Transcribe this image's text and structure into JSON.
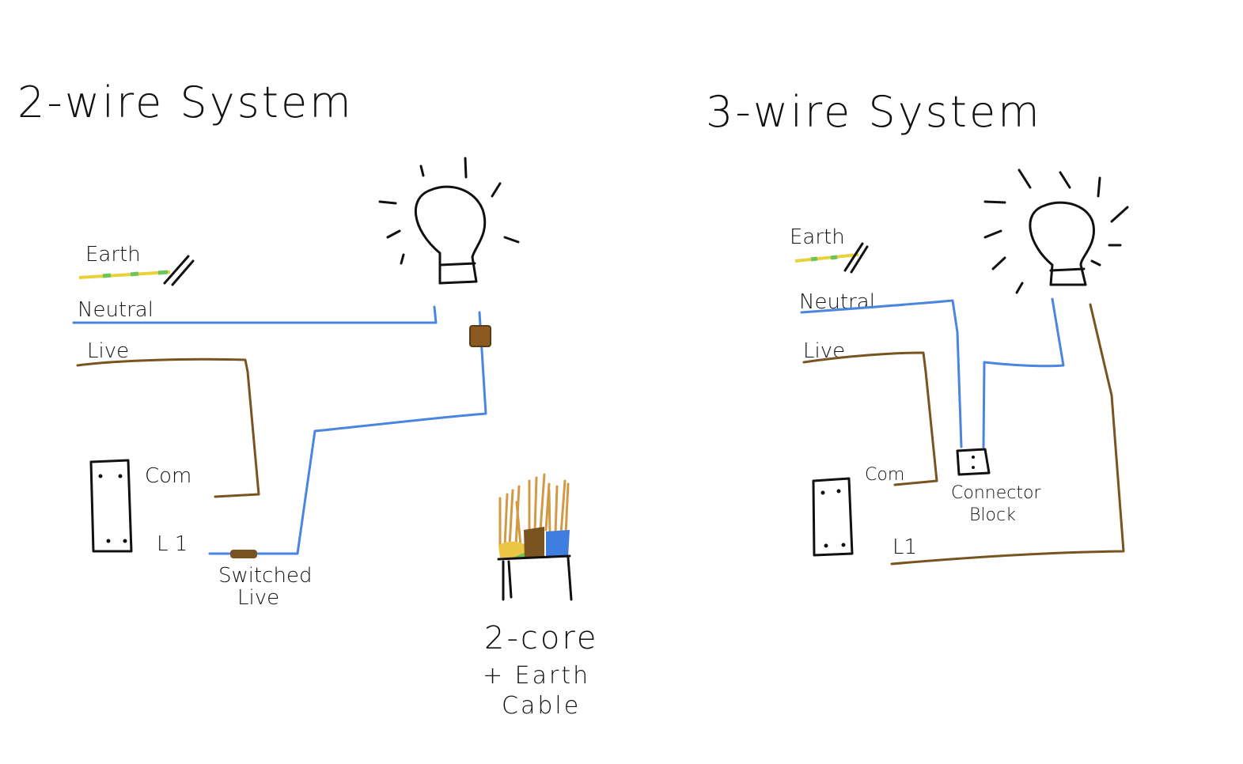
{
  "colors": {
    "neutral": "#4a86e0",
    "live": "#7a5420",
    "earth_yellow": "#e8d23a",
    "earth_green": "#6cc45a",
    "core_strands": "#d39a45",
    "ink": "#111111"
  },
  "left": {
    "title": "2-wire System",
    "earth": "Earth",
    "neutral": "Neutral",
    "live": "Live",
    "com": "Com",
    "l1": "L 1",
    "switched_live": [
      "Switched",
      "Live"
    ]
  },
  "cable": {
    "label": [
      "2-core",
      "+ Earth",
      "Cable"
    ]
  },
  "right": {
    "title": "3-wire System",
    "earth": "Earth",
    "neutral": "Neutral",
    "live": "Live",
    "com": "Com",
    "l1": "L1",
    "connector_block": [
      "Connector",
      "Block"
    ]
  },
  "icons": [
    "light-bulb-icon",
    "switch-icon",
    "connector-block-icon",
    "cable-icon"
  ]
}
